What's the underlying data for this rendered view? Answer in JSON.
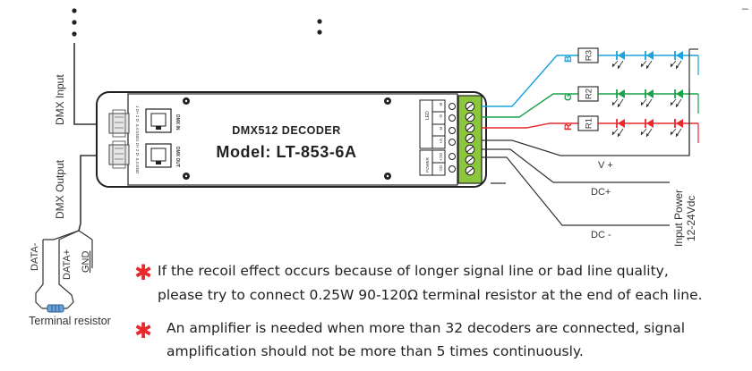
{
  "device": {
    "name": "DMX512  DECODER",
    "model": "Model: LT-853-6A"
  },
  "ports": {
    "dmx_in_label": "DMX IN",
    "dmx_out_label": "DMX OUT",
    "dmx_in_pins": "1 D+  2 D-  3,4 GND",
    "dmx_out_pins": "1 D+  2 D-  3,4 GND",
    "led_label": "LED",
    "power_label": "POWER",
    "terminal_marks": [
      "B-",
      "G-",
      "R-",
      "V+",
      "DC+",
      "DC-"
    ]
  },
  "labels": {
    "dmx_input": "DMX Input",
    "dmx_output": "DMX Output",
    "data_minus": "DATA-",
    "data_plus": "DATA+",
    "gnd": "GND",
    "terminal_resistor": "Terminal resistor",
    "v_plus": "V +",
    "dc_plus": "DC+",
    "dc_minus": "DC -",
    "input_power": "Input Power",
    "input_voltage": "12-24Vdc",
    "dash": "_"
  },
  "channels": [
    {
      "letter": "B",
      "resistor": "R3",
      "color": "#1aa3dc"
    },
    {
      "letter": "G",
      "resistor": "R2",
      "color": "#19a24a"
    },
    {
      "letter": "R",
      "resistor": "R1",
      "color": "#e8282a"
    }
  ],
  "colors": {
    "terminal_block": "#8cc63f",
    "star": "#e8282a",
    "line": "#333333"
  },
  "notes": [
    {
      "line1": "If the recoil effect occurs because of longer signal line or bad line quality,",
      "line2": "please try to connect 0.25W 90-120Ω terminal resistor at the end of each line."
    },
    {
      "line1": "An amplifier is needed when more than 32 decoders are connected, signal",
      "line2": "amplification should not be more than 5 times continuously."
    }
  ]
}
